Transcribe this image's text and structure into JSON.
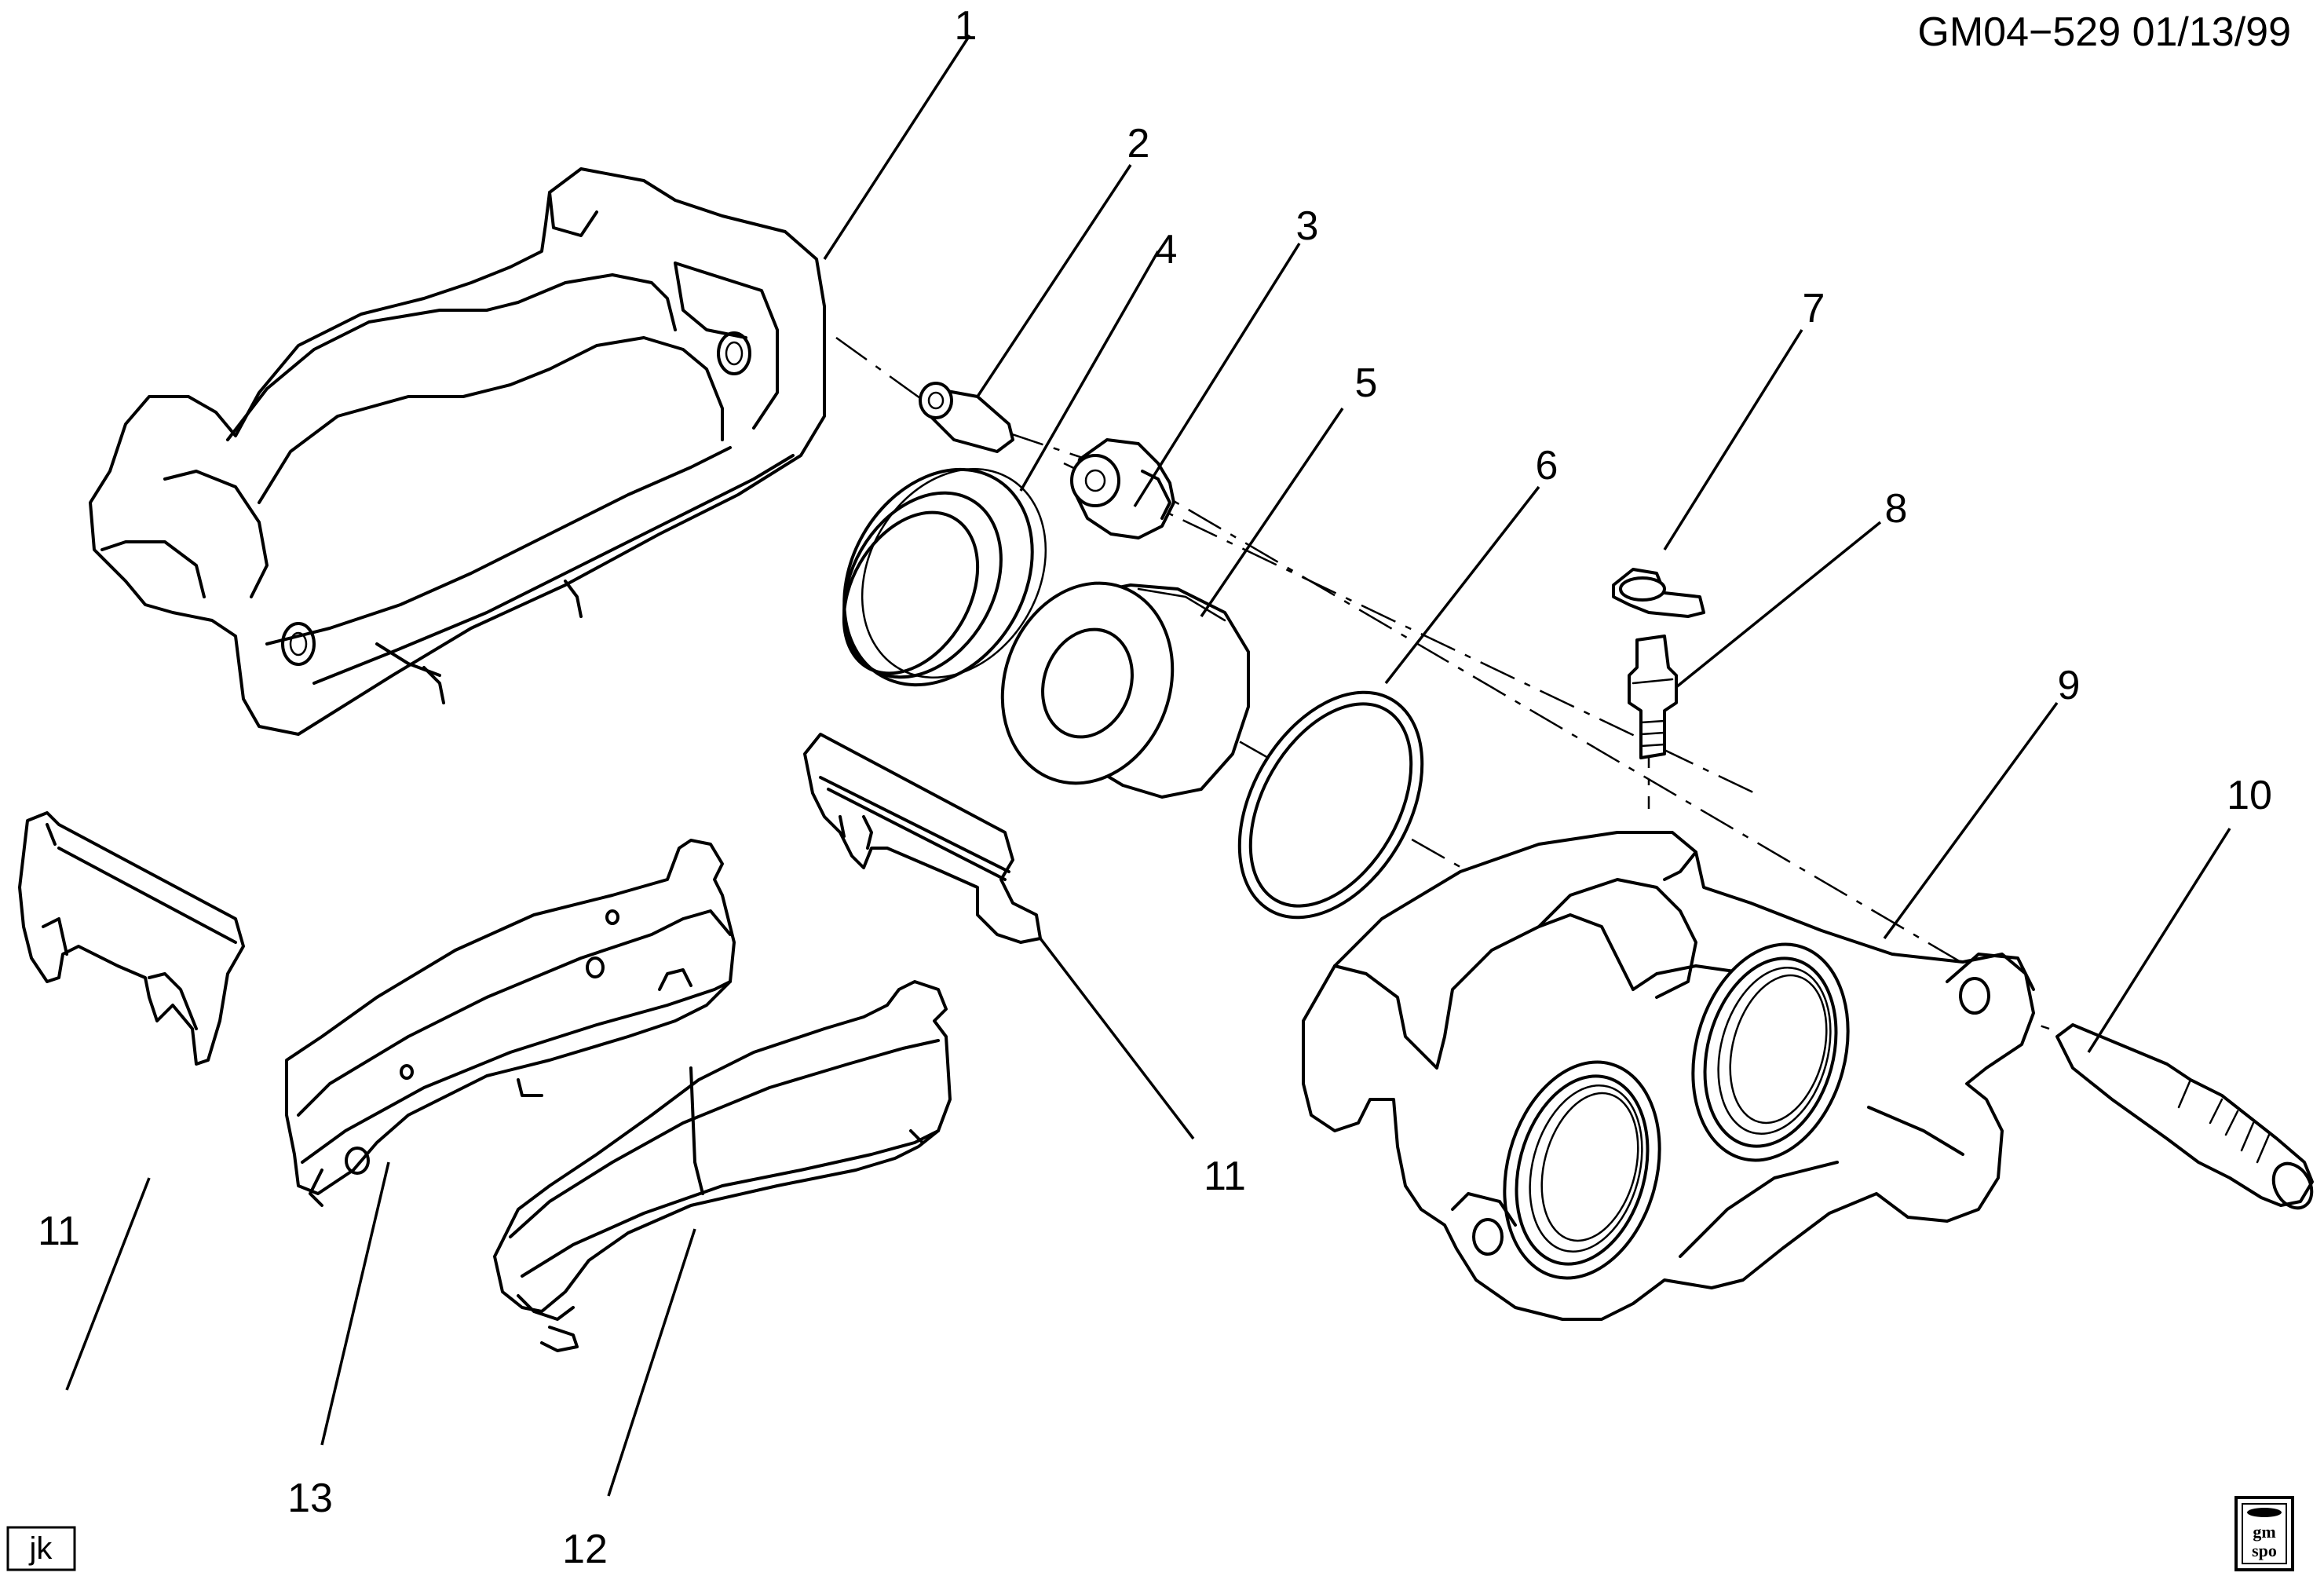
{
  "header": {
    "drawing_id": "GM04−529  01/13/99"
  },
  "footer": {
    "initials": "jk",
    "logo_top": "gm",
    "logo_bottom": "spo"
  },
  "callouts": {
    "c1": "1",
    "c2": "2",
    "c3": "3",
    "c4": "4",
    "c5": "5",
    "c6": "6",
    "c7": "7",
    "c8": "8",
    "c9": "9",
    "c10": "10",
    "c11a": "11",
    "c11b": "11",
    "c12": "12",
    "c13": "13"
  }
}
